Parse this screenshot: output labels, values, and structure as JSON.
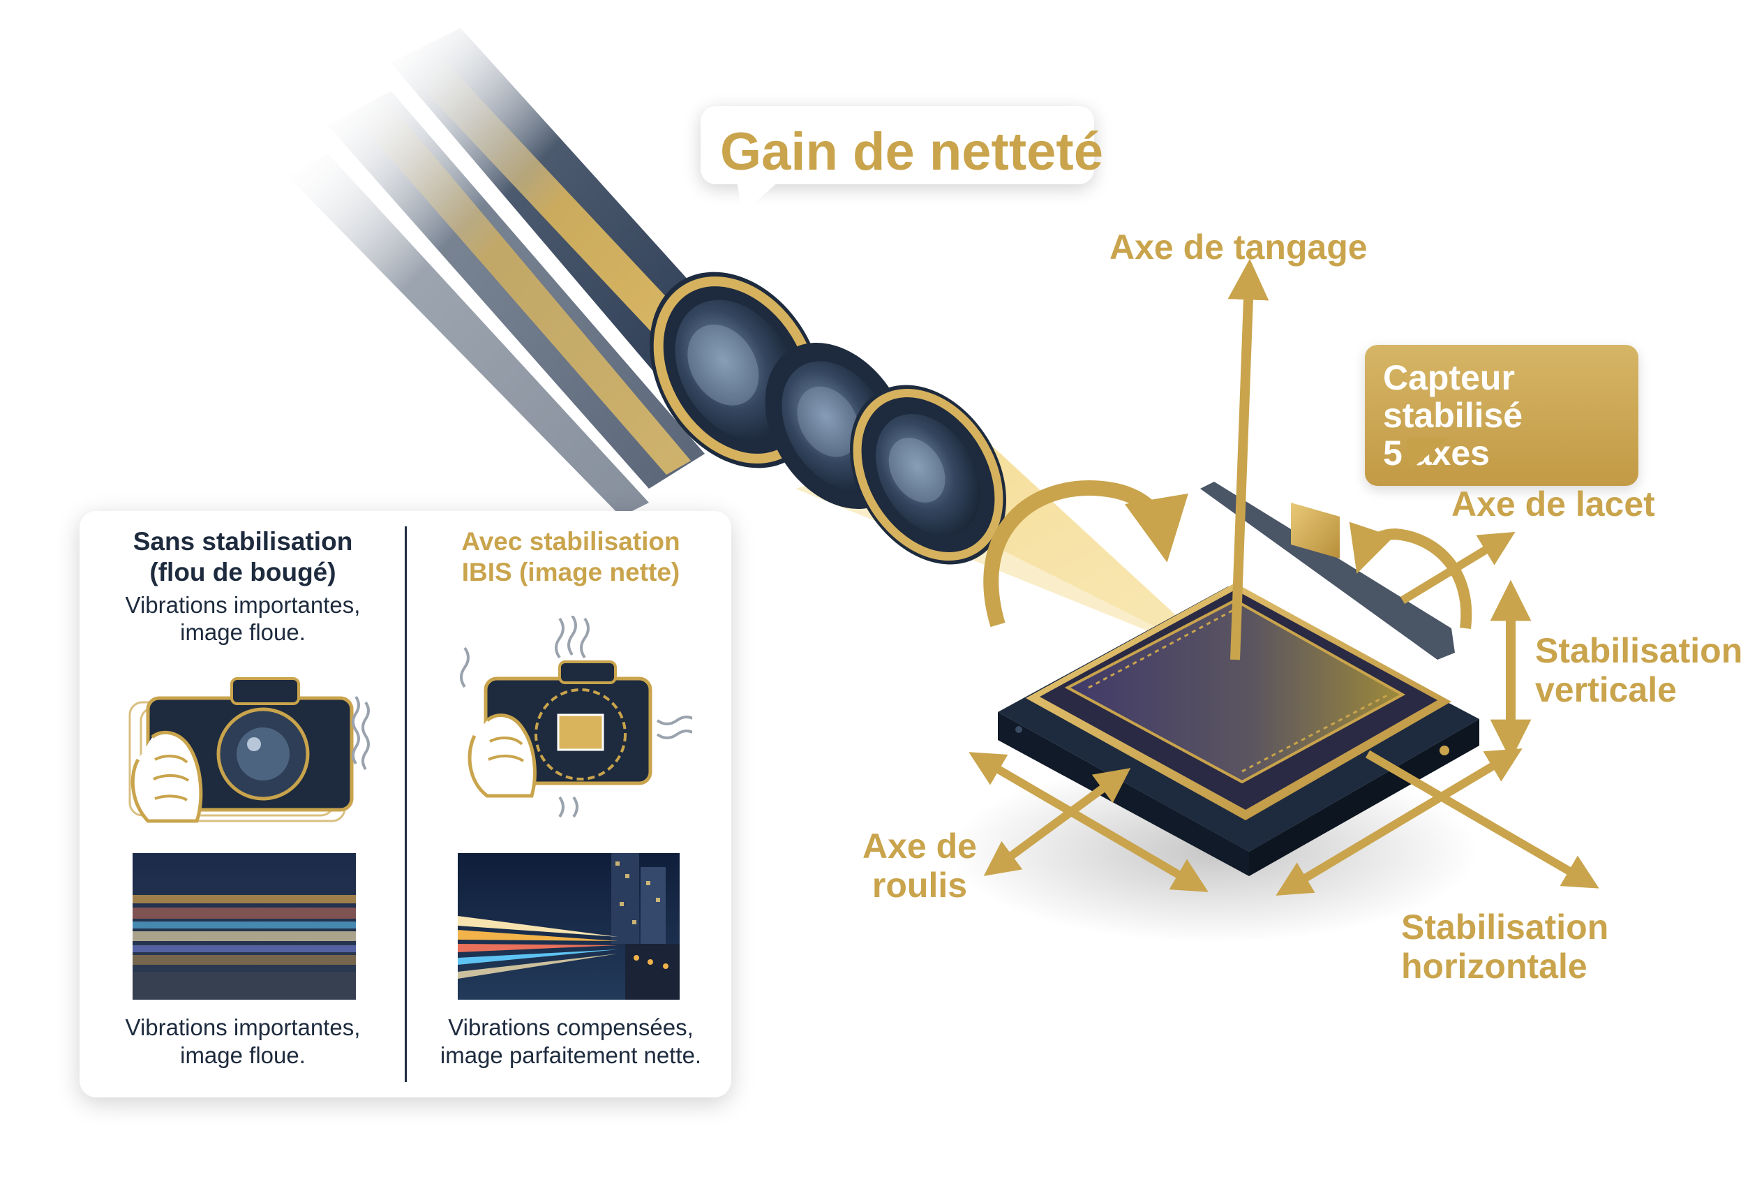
{
  "callout_top": {
    "title": "Gain de netteté"
  },
  "callout_sensor": {
    "line1": "Capteur stabilisé",
    "line2": "5 axes"
  },
  "axes": {
    "pitch": "Axe de tangage",
    "yaw": "Axe de lacet",
    "roll_line1": "Axe de",
    "roll_line2": "roulis",
    "vertical_line1": "Stabilisation",
    "vertical_line2": "verticale",
    "horizontal_line1": "Stabilisation",
    "horizontal_line2": "horizontale"
  },
  "comparison": {
    "left": {
      "heading_line1": "Sans stabilisation",
      "heading_line2": "(flou de bougé)",
      "sub_line1": "Vibrations importantes,",
      "sub_line2": "image floue.",
      "caption_line1": "Vibrations importantes,",
      "caption_line2": "image floue."
    },
    "right": {
      "heading_line1": "Avec stabilisation",
      "heading_line2": "IBIS (image nette)",
      "caption_line1": "Vibrations compensées,",
      "caption_line2": "image parfaitement nette."
    }
  },
  "colors": {
    "gold": "#c9a44c",
    "navy": "#1e2b3e",
    "sensor_purple": "#4a3f6e"
  }
}
